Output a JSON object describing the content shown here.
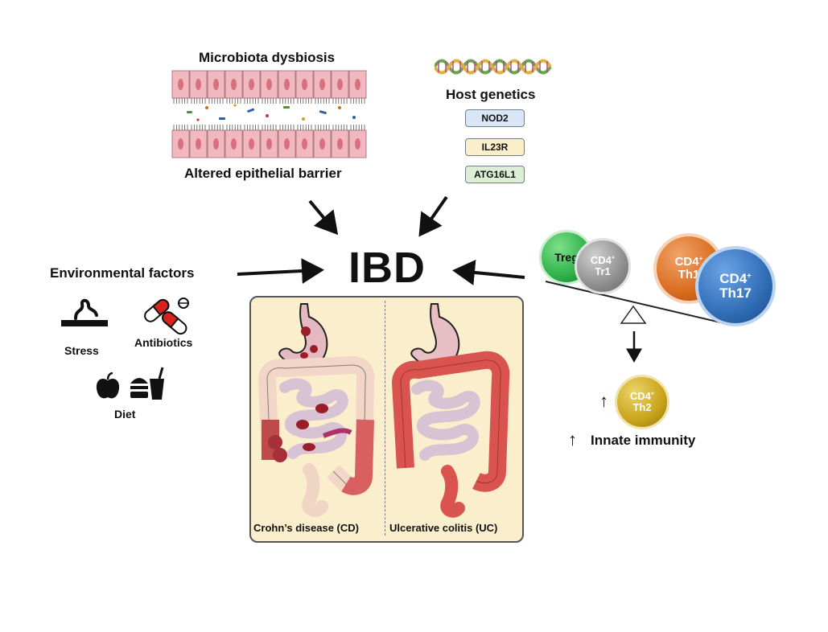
{
  "microbiota": {
    "title": "Microbiota dysbiosis",
    "subtitle": "Altered epithelial barrier"
  },
  "genetics": {
    "title": "Host genetics",
    "genes": [
      "NOD2",
      "IL23R",
      "ATG16L1"
    ],
    "gene_colors": [
      "#d9e6f5",
      "#fbefc9",
      "#dcefd6"
    ]
  },
  "center": {
    "label": "IBD"
  },
  "environment": {
    "title": "Environmental factors",
    "stress": "Stress",
    "antibiotics": "Antibiotics",
    "diet": "Diet"
  },
  "gut": {
    "cd_label": "Crohn’s disease (CD)",
    "uc_label": "Ulcerative colitis (UC)",
    "panel_color": "#fbeecc"
  },
  "immune": {
    "treg": "Treg",
    "tr1_top": "CD4",
    "tr1_bottom": "Tr1",
    "th1_top": "CD4",
    "th1_bottom": "Th1",
    "th17_top": "CD4",
    "th17_bottom": "Th17",
    "th2_top": "CD4",
    "th2_bottom": "Th2",
    "sup": "+",
    "innate": "Innate immunity",
    "up_arrow": "↑",
    "colors": {
      "treg": "#2fb14a",
      "tr1": "#8e8e8e",
      "th1": "#d96c1e",
      "th17": "#2f6db5",
      "th2": "#c9a41a"
    }
  }
}
